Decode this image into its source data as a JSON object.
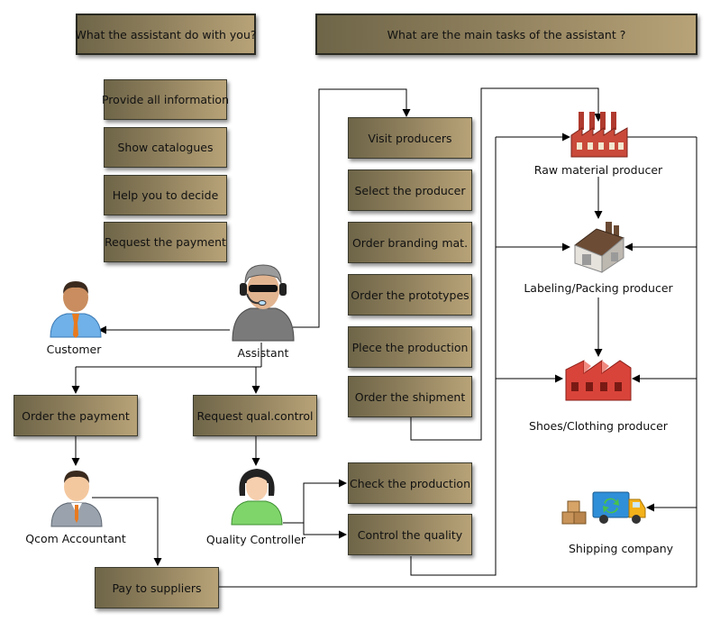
{
  "headers": {
    "assistant_for_you": "What the assistant do with you?",
    "main_tasks": "What are the main tasks of the assistant ?"
  },
  "services": [
    "Provide all information",
    "Show catalogues",
    "Help you to decide",
    "Request the payment"
  ],
  "tasks": [
    "Visit producers",
    "Select the producer",
    "Order branding mat.",
    "Order the prototypes",
    "Plece the production",
    "Order the shipment"
  ],
  "actions": {
    "order_payment": "Order the payment",
    "request_qc": "Request qual.control",
    "check_production": "Check the production",
    "control_quality": "Control the quality",
    "pay_suppliers": "Pay to suppliers"
  },
  "actors": {
    "customer": "Customer",
    "assistant": "Assistant",
    "accountant": "Qcom Accountant",
    "quality_controller": "Quality Controller",
    "raw_material": "Raw material producer",
    "labeling": "Labeling/Packing producer",
    "shoes": "Shoes/Clothing producer",
    "shipping": "Shipping company"
  }
}
